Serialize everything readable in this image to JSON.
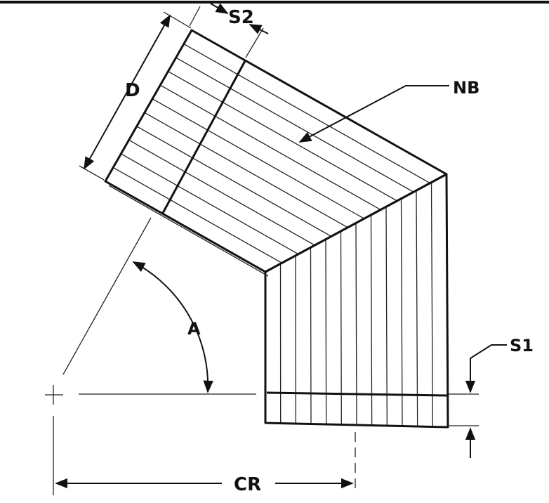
{
  "labels": {
    "s2": "S2",
    "d": "D",
    "nb": "NB",
    "a": "A",
    "s1": "S1",
    "cr": "CR"
  },
  "colors": {
    "ink": "#111111",
    "background": "#ffffff"
  }
}
